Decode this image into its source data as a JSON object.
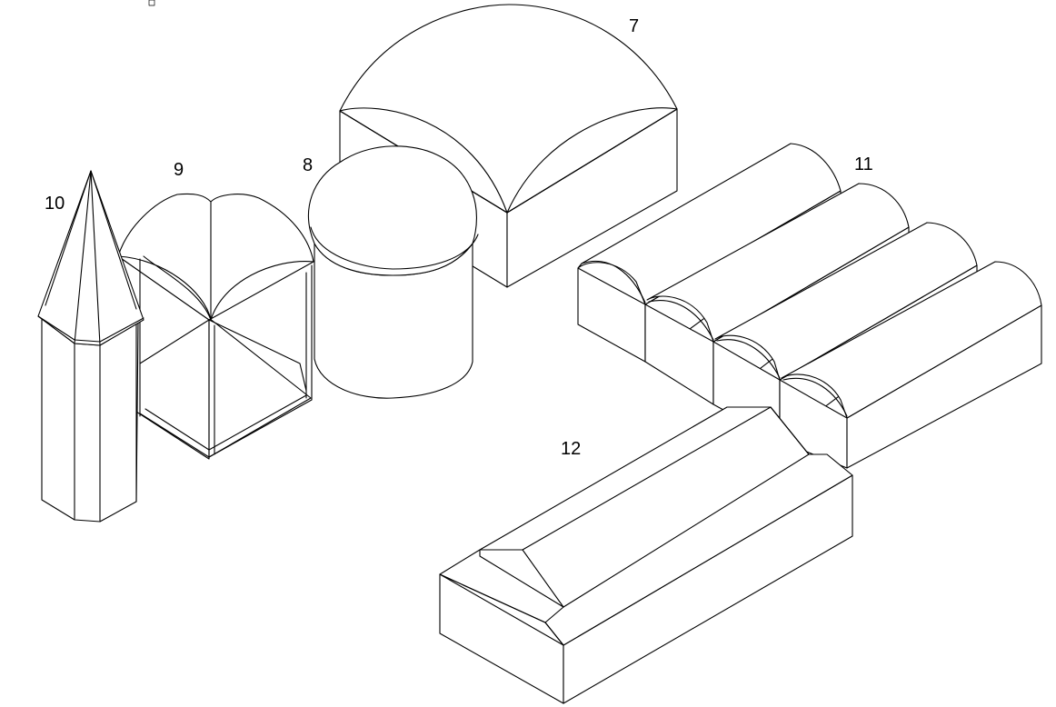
{
  "labels": {
    "spire": "10",
    "groin_vault": "9",
    "drum_dome": "8",
    "cloister_vault": "7",
    "barrel_vaults": "11",
    "hip_roof": "12"
  },
  "colors": {
    "line": "#000000",
    "background": "#ffffff"
  }
}
